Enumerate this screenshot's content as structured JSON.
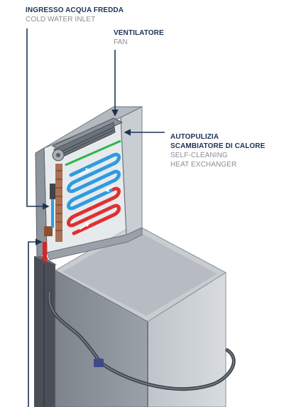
{
  "labels": {
    "water": {
      "it": "INGRESSO ACQUA FREDDA",
      "en": "COLD WATER INLET"
    },
    "fan": {
      "it": "VENTILATORE",
      "en": "FAN"
    },
    "exchanger": {
      "it_1": "AUTOPULIZIA",
      "it_2": "SCAMBIATORE DI CALORE",
      "en_1": "SELF-CLEANING",
      "en_2": "HEAT EXCHANGER"
    }
  },
  "colors": {
    "label_italian": "#1e3354",
    "label_english": "#8a8e94",
    "cold_coil": "#2f9be0",
    "hot_coil": "#e03030",
    "leader_line": "#1e3354"
  }
}
